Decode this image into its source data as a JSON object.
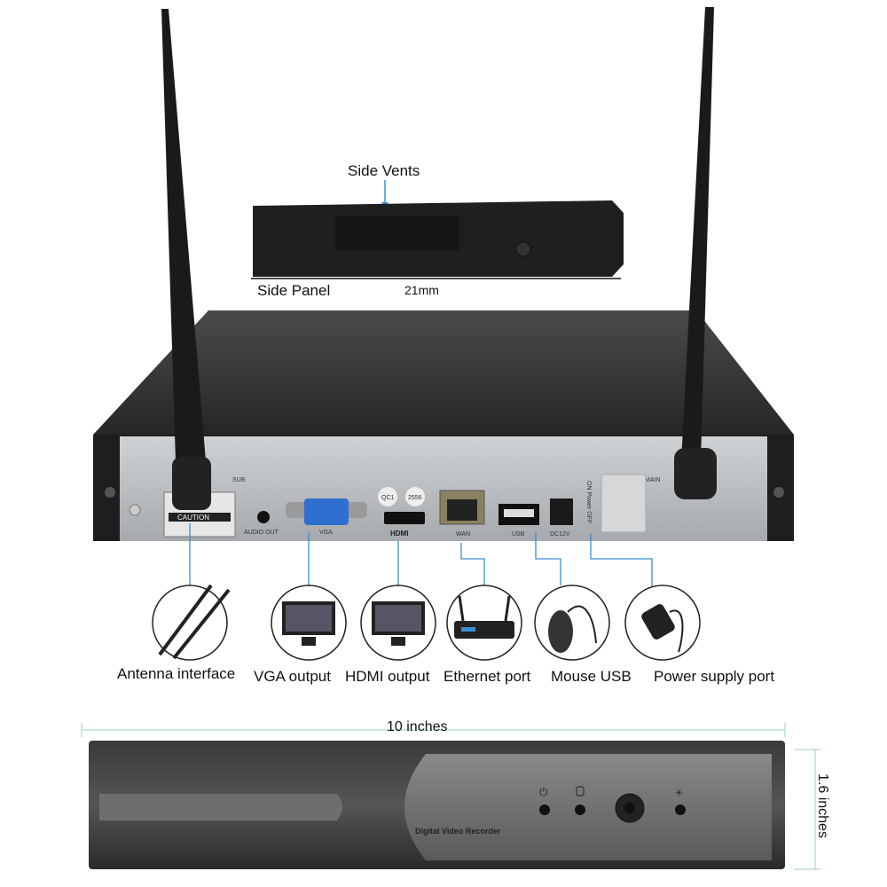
{
  "side_view": {
    "vents_label": "Side Vents",
    "panel_label": "Side Panel",
    "thickness": "21mm"
  },
  "rear_panel": {
    "caution": "CAUTION",
    "sub": "SUB",
    "main": "MAIN",
    "audio_out": "AUDIO OUT",
    "vga": "VGA",
    "hdmi": "HDMI",
    "qc": "QC1",
    "qc_num": "2556",
    "wan": "WAN",
    "usb": "USB",
    "dc": "DC12V",
    "power_switch": "ON Power OFF"
  },
  "ports": [
    {
      "label": "Antenna interface",
      "icon": "antenna-icon"
    },
    {
      "label": "VGA output",
      "icon": "monitor-icon"
    },
    {
      "label": "HDMI output",
      "icon": "monitor-icon"
    },
    {
      "label": "Ethernet port",
      "icon": "router-icon"
    },
    {
      "label": "Mouse USB",
      "icon": "mouse-icon"
    },
    {
      "label": "Power supply port",
      "icon": "power-adapter-icon"
    }
  ],
  "dimensions": {
    "width": "10 inches",
    "height": "1.6 inches"
  },
  "front_panel": {
    "brand_text": "Digital Video Recorder"
  },
  "colors": {
    "accent": "#3a8fd0",
    "body": "#2b2b2b",
    "panel": "#b9bcc0"
  }
}
